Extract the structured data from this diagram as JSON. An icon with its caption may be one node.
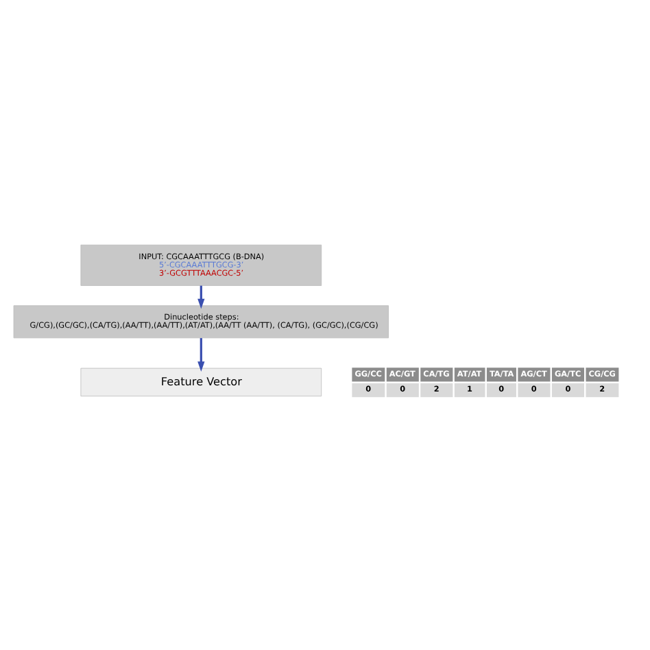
{
  "diagram": {
    "nodes": [
      {
        "text": [
          "INPUT: CGCAAATTTGCG (B-DNA)",
          "5’-CGCAAATTTGCG-3’",
          "3’-GCGTTTAAACGC-5’"
        ]
      },
      {
        "text": [
          "Dinucleotide steps:",
          "G/CG),(GC/GC),(CA/TG),(AA/TT),(AA/TT),(AT/AT),(AA/TT (AA/TT), (CA/TG), (GC/GC),(CG/CG)"
        ]
      },
      {
        "text": [
          "Feature Vector"
        ]
      }
    ],
    "edges": [
      {
        "from": 0,
        "to": 1,
        "arrow": "to"
      },
      {
        "from": 1,
        "to": 2,
        "arrow": "to"
      }
    ],
    "labels": [
      "GG/CC",
      "AC/GT",
      "CA/TG",
      "AT/AT",
      "TA/TA",
      "AG/CT",
      "GA/TC",
      "CG/CG",
      "0",
      "0",
      "2",
      "1",
      "0",
      "0",
      "0",
      "2"
    ]
  }
}
